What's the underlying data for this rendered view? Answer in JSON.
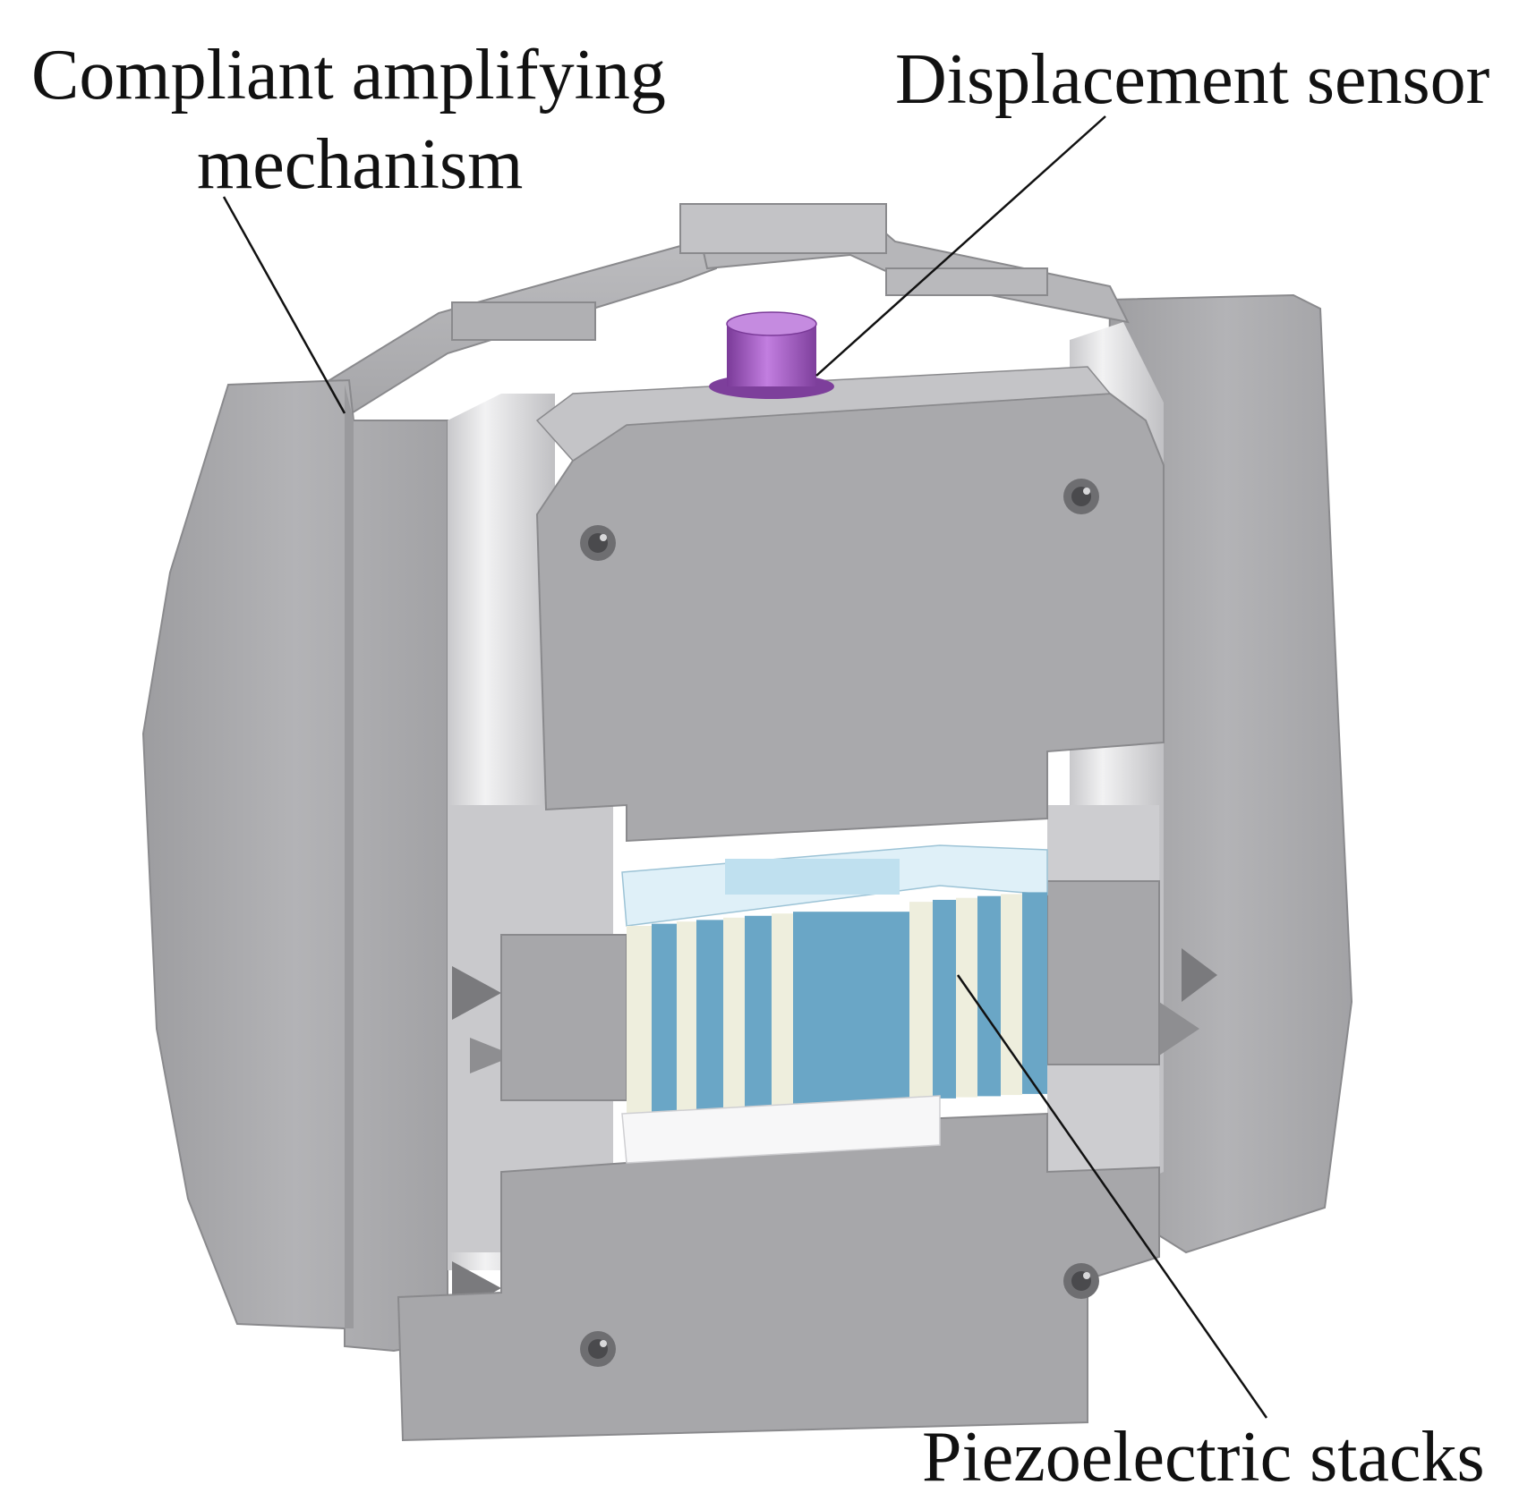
{
  "labels": {
    "mechanism_line1": "Compliant amplifying",
    "mechanism_line2": "mechanism",
    "sensor": "Displacement sensor",
    "piezo": "Piezoelectric stacks"
  },
  "colors": {
    "metal": "#a9a9ab",
    "metal_dark": "#8f8f92",
    "metal_light": "#d9d9db",
    "sensor": "#9a55b8",
    "piezo_blue": "#6aa6c6",
    "piezo_cream": "#eeeedd"
  }
}
